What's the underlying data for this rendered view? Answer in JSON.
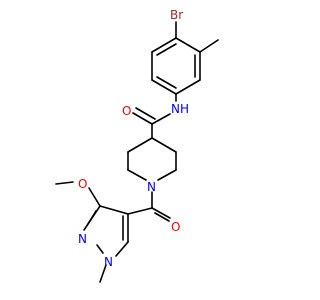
{
  "molecule": {
    "atoms": {
      "br": "Br",
      "nh": "N",
      "nh_h": "H",
      "amide_o": "O",
      "pip_n": "N",
      "acyl_o": "O",
      "methoxy_o": "O",
      "pyrazole_n2": "N",
      "pyrazole_n1": "N"
    },
    "colors": {
      "bond": "#000000",
      "carbon": "#000000",
      "nitrogen": "#0000ff",
      "oxygen": "#ff0000",
      "bromine": "#a52a2a"
    }
  }
}
